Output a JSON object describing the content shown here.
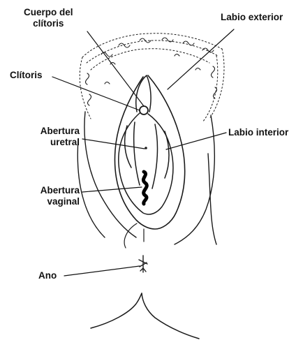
{
  "labels": {
    "cuerpo_clitoris": [
      "Cuerpo del",
      "clítoris"
    ],
    "labio_exterior": "Labio exterior",
    "clitoris": "Clítoris",
    "abertura_uretral": [
      "Abertura",
      "uretral"
    ],
    "labio_interior": "Labio interior",
    "abertura_vaginal": [
      "Abertura",
      "vaginal"
    ],
    "ano": "Ano"
  },
  "colors": {
    "ink": "#111111",
    "background": "#ffffff"
  }
}
